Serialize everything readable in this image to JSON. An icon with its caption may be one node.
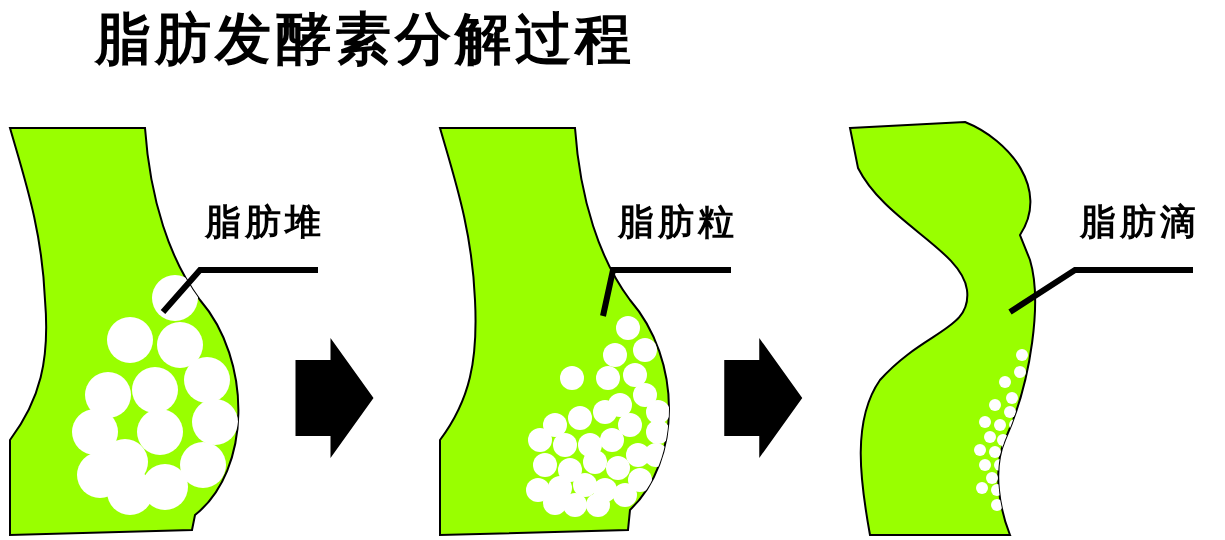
{
  "diagram": {
    "title": "脂肪发酵素分解过程",
    "nodes": [
      {
        "text": [],
        "shape": "picture"
      },
      {
        "text": [
          "脂肪堆"
        ]
      },
      {
        "text": [],
        "shape": "picture"
      },
      {
        "text": [
          "脂肪粒"
        ]
      },
      {
        "text": [],
        "shape": "picture"
      },
      {
        "text": [
          "脂肪滴"
        ]
      }
    ],
    "edges": [
      {
        "from": 1,
        "to": 0,
        "arrow": "none"
      },
      {
        "from": 0,
        "to": 2,
        "arrow": "to",
        "style": "thick"
      },
      {
        "from": 3,
        "to": 2,
        "arrow": "none"
      },
      {
        "from": 2,
        "to": 4,
        "arrow": "to",
        "style": "thick"
      },
      {
        "from": 5,
        "to": 4,
        "arrow": "none"
      }
    ]
  }
}
